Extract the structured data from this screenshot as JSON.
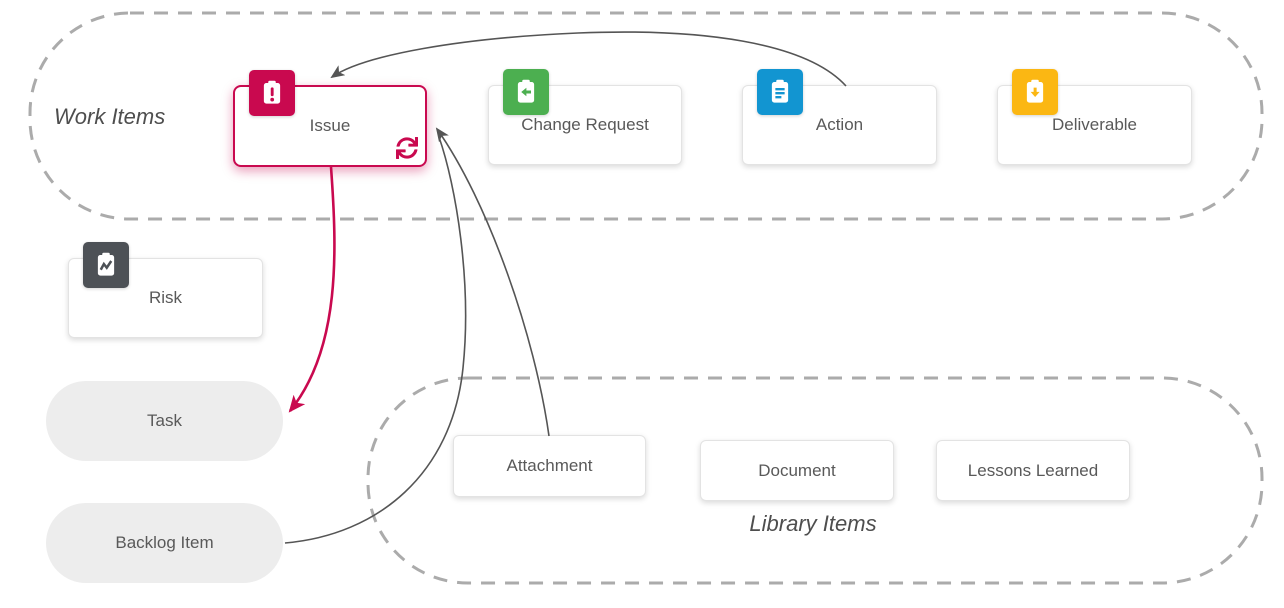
{
  "groups": {
    "work_items": {
      "label": "Work Items"
    },
    "library_items": {
      "label": "Library Items"
    }
  },
  "nodes": {
    "issue": {
      "label": "Issue",
      "icon": "clipboard-exclamation-icon",
      "selected": true,
      "status_icon": "sync-icon"
    },
    "change_request": {
      "label": "Change Request",
      "icon": "clipboard-arrow-left-icon"
    },
    "action": {
      "label": "Action",
      "icon": "clipboard-list-icon"
    },
    "deliverable": {
      "label": "Deliverable",
      "icon": "clipboard-arrow-down-icon"
    },
    "risk": {
      "label": "Risk",
      "icon": "clipboard-trend-icon"
    },
    "task": {
      "label": "Task",
      "shape": "pill"
    },
    "backlog_item": {
      "label": "Backlog Item",
      "shape": "pill"
    },
    "attachment": {
      "label": "Attachment"
    },
    "document": {
      "label": "Document"
    },
    "lessons_learned": {
      "label": "Lessons Learned"
    }
  },
  "edges": [
    {
      "from": "action",
      "to": "issue",
      "color": "edge"
    },
    {
      "from": "issue",
      "to": "task",
      "color": "issue_accent"
    },
    {
      "from": "attachment",
      "to": "issue",
      "color": "edge"
    },
    {
      "from": "backlog_item",
      "to": "issue",
      "color": "edge"
    }
  ],
  "colors": {
    "issue_accent": "#C9094F",
    "change_request_accent": "#4CAF50",
    "action_accent": "#1295D1",
    "deliverable_accent": "#FBB713",
    "risk_accent": "#4D5156",
    "edge": "#555555",
    "container_dash": "#ABABAB",
    "pill_bg": "#EDEDED"
  }
}
